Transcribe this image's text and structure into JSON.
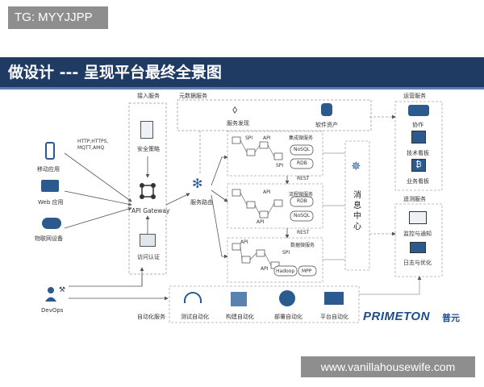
{
  "tag": "TG: MYYJJPP",
  "title": "做设计 --- 呈现平台最终全景图",
  "watermark": "www.vanillahousewife.com",
  "clients": {
    "mobile": "移动应用",
    "web": "Web 应用",
    "iot": "物联网设备",
    "devops": "DevOps",
    "protocols": "HTTP,HTTPS,\nMQTT,AMQ"
  },
  "access": {
    "header": "接入服务",
    "security": "安全策略",
    "gateway": "API Gateway",
    "auth": "访问认证"
  },
  "metadata": {
    "header": "元数据服务",
    "discovery": "服务发现",
    "assets": "软件资产"
  },
  "routing": "服务路由",
  "micro": {
    "integration": "集成微服务",
    "process": "流程微服务",
    "data": "数据微服务",
    "spi": "SPI",
    "api": "API",
    "rest": "REST",
    "nosql": "NoSQL",
    "rdb": "RDB",
    "hadoop": "Hadoop",
    "mpp": "MPP"
  },
  "message_center": "消息中心",
  "operations": {
    "header": "运营服务",
    "collab": "协作",
    "tech": "技术看板",
    "biz": "业务看板"
  },
  "telemetry": {
    "header": "遥测服务",
    "monitor": "监控与通知",
    "log": "日志与优化"
  },
  "automation": {
    "header": "自动化服务",
    "test": "测试自动化",
    "build": "构建自动化",
    "deploy": "部署自动化",
    "platform": "平台自动化"
  },
  "brand": {
    "name": "PRIMETON",
    "cn": "普元"
  },
  "colors": {
    "title_bg": "#1f3b63",
    "brand": "#1e4d8c",
    "accent_icon": "#2b5a8e"
  }
}
